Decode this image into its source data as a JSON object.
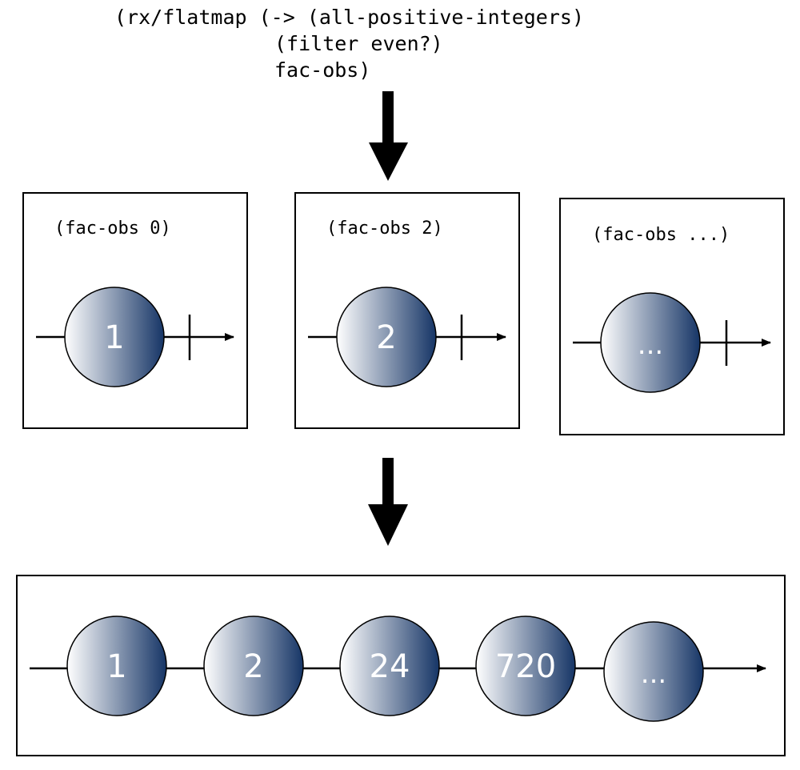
{
  "code": {
    "line1": "(rx/flatmap (-> (all-positive-integers)",
    "line2": "(filter even?)",
    "line3": "fac-obs)"
  },
  "boxes": [
    {
      "label": "(fac-obs 0)",
      "marble": "1"
    },
    {
      "label": "(fac-obs 2)",
      "marble": "2"
    },
    {
      "label": "(fac-obs ...)",
      "marble": "..."
    }
  ],
  "result": {
    "marbles": [
      "1",
      "2",
      "24",
      "720",
      "..."
    ]
  },
  "colors": {
    "marble_light": "#ffffff",
    "marble_dark": "#163566",
    "stroke": "#000000"
  }
}
